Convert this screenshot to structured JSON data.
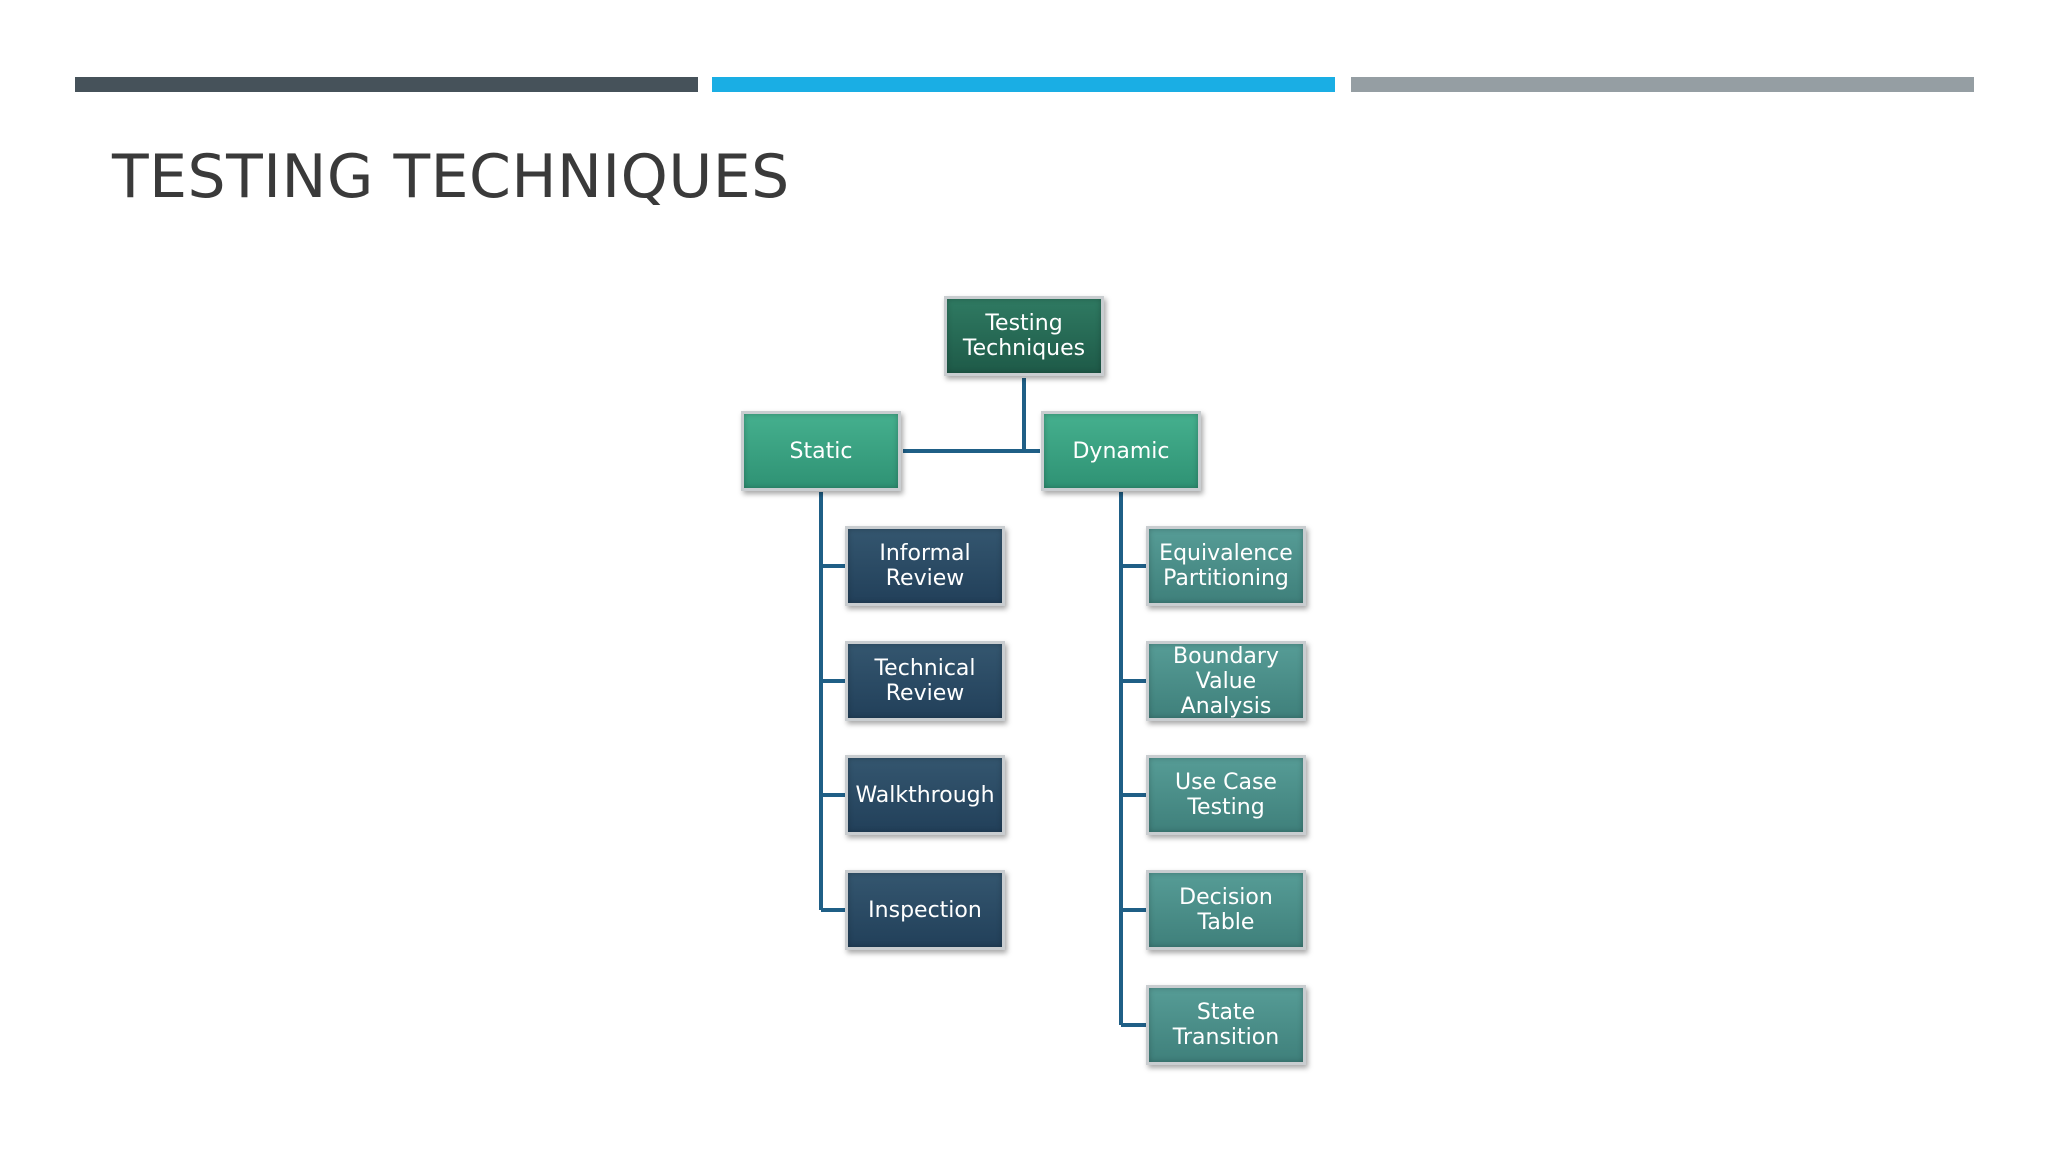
{
  "colors": {
    "bar_dark": "#46525a",
    "bar_blue": "#1aaee4",
    "bar_gray": "#959ea3",
    "connector": "#1f5f86"
  },
  "title": "TESTING TECHNIQUES",
  "diagram": {
    "root": "Testing Techniques",
    "static": {
      "label": "Static",
      "children": [
        "Informal Review",
        "Technical Review",
        "Walkthrough",
        "Inspection"
      ]
    },
    "dynamic": {
      "label": "Dynamic",
      "children": [
        "Equivalence Partitioning",
        "Boundary Value Analysis",
        "Use Case Testing",
        "Decision Table",
        "State Transition"
      ]
    }
  }
}
